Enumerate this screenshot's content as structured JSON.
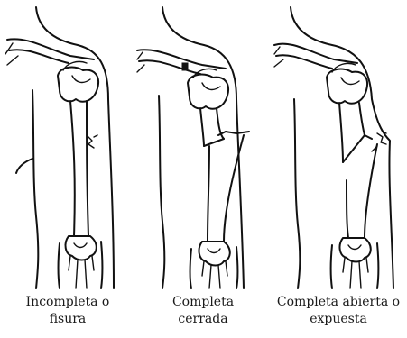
{
  "panels": [
    {
      "id": "incompleta",
      "caption": "Incompleta o\nfisura"
    },
    {
      "id": "cerrada",
      "caption": "Completa\ncerrada"
    },
    {
      "id": "expuesta",
      "caption": "Completa abierta o\nexpuesta"
    }
  ]
}
